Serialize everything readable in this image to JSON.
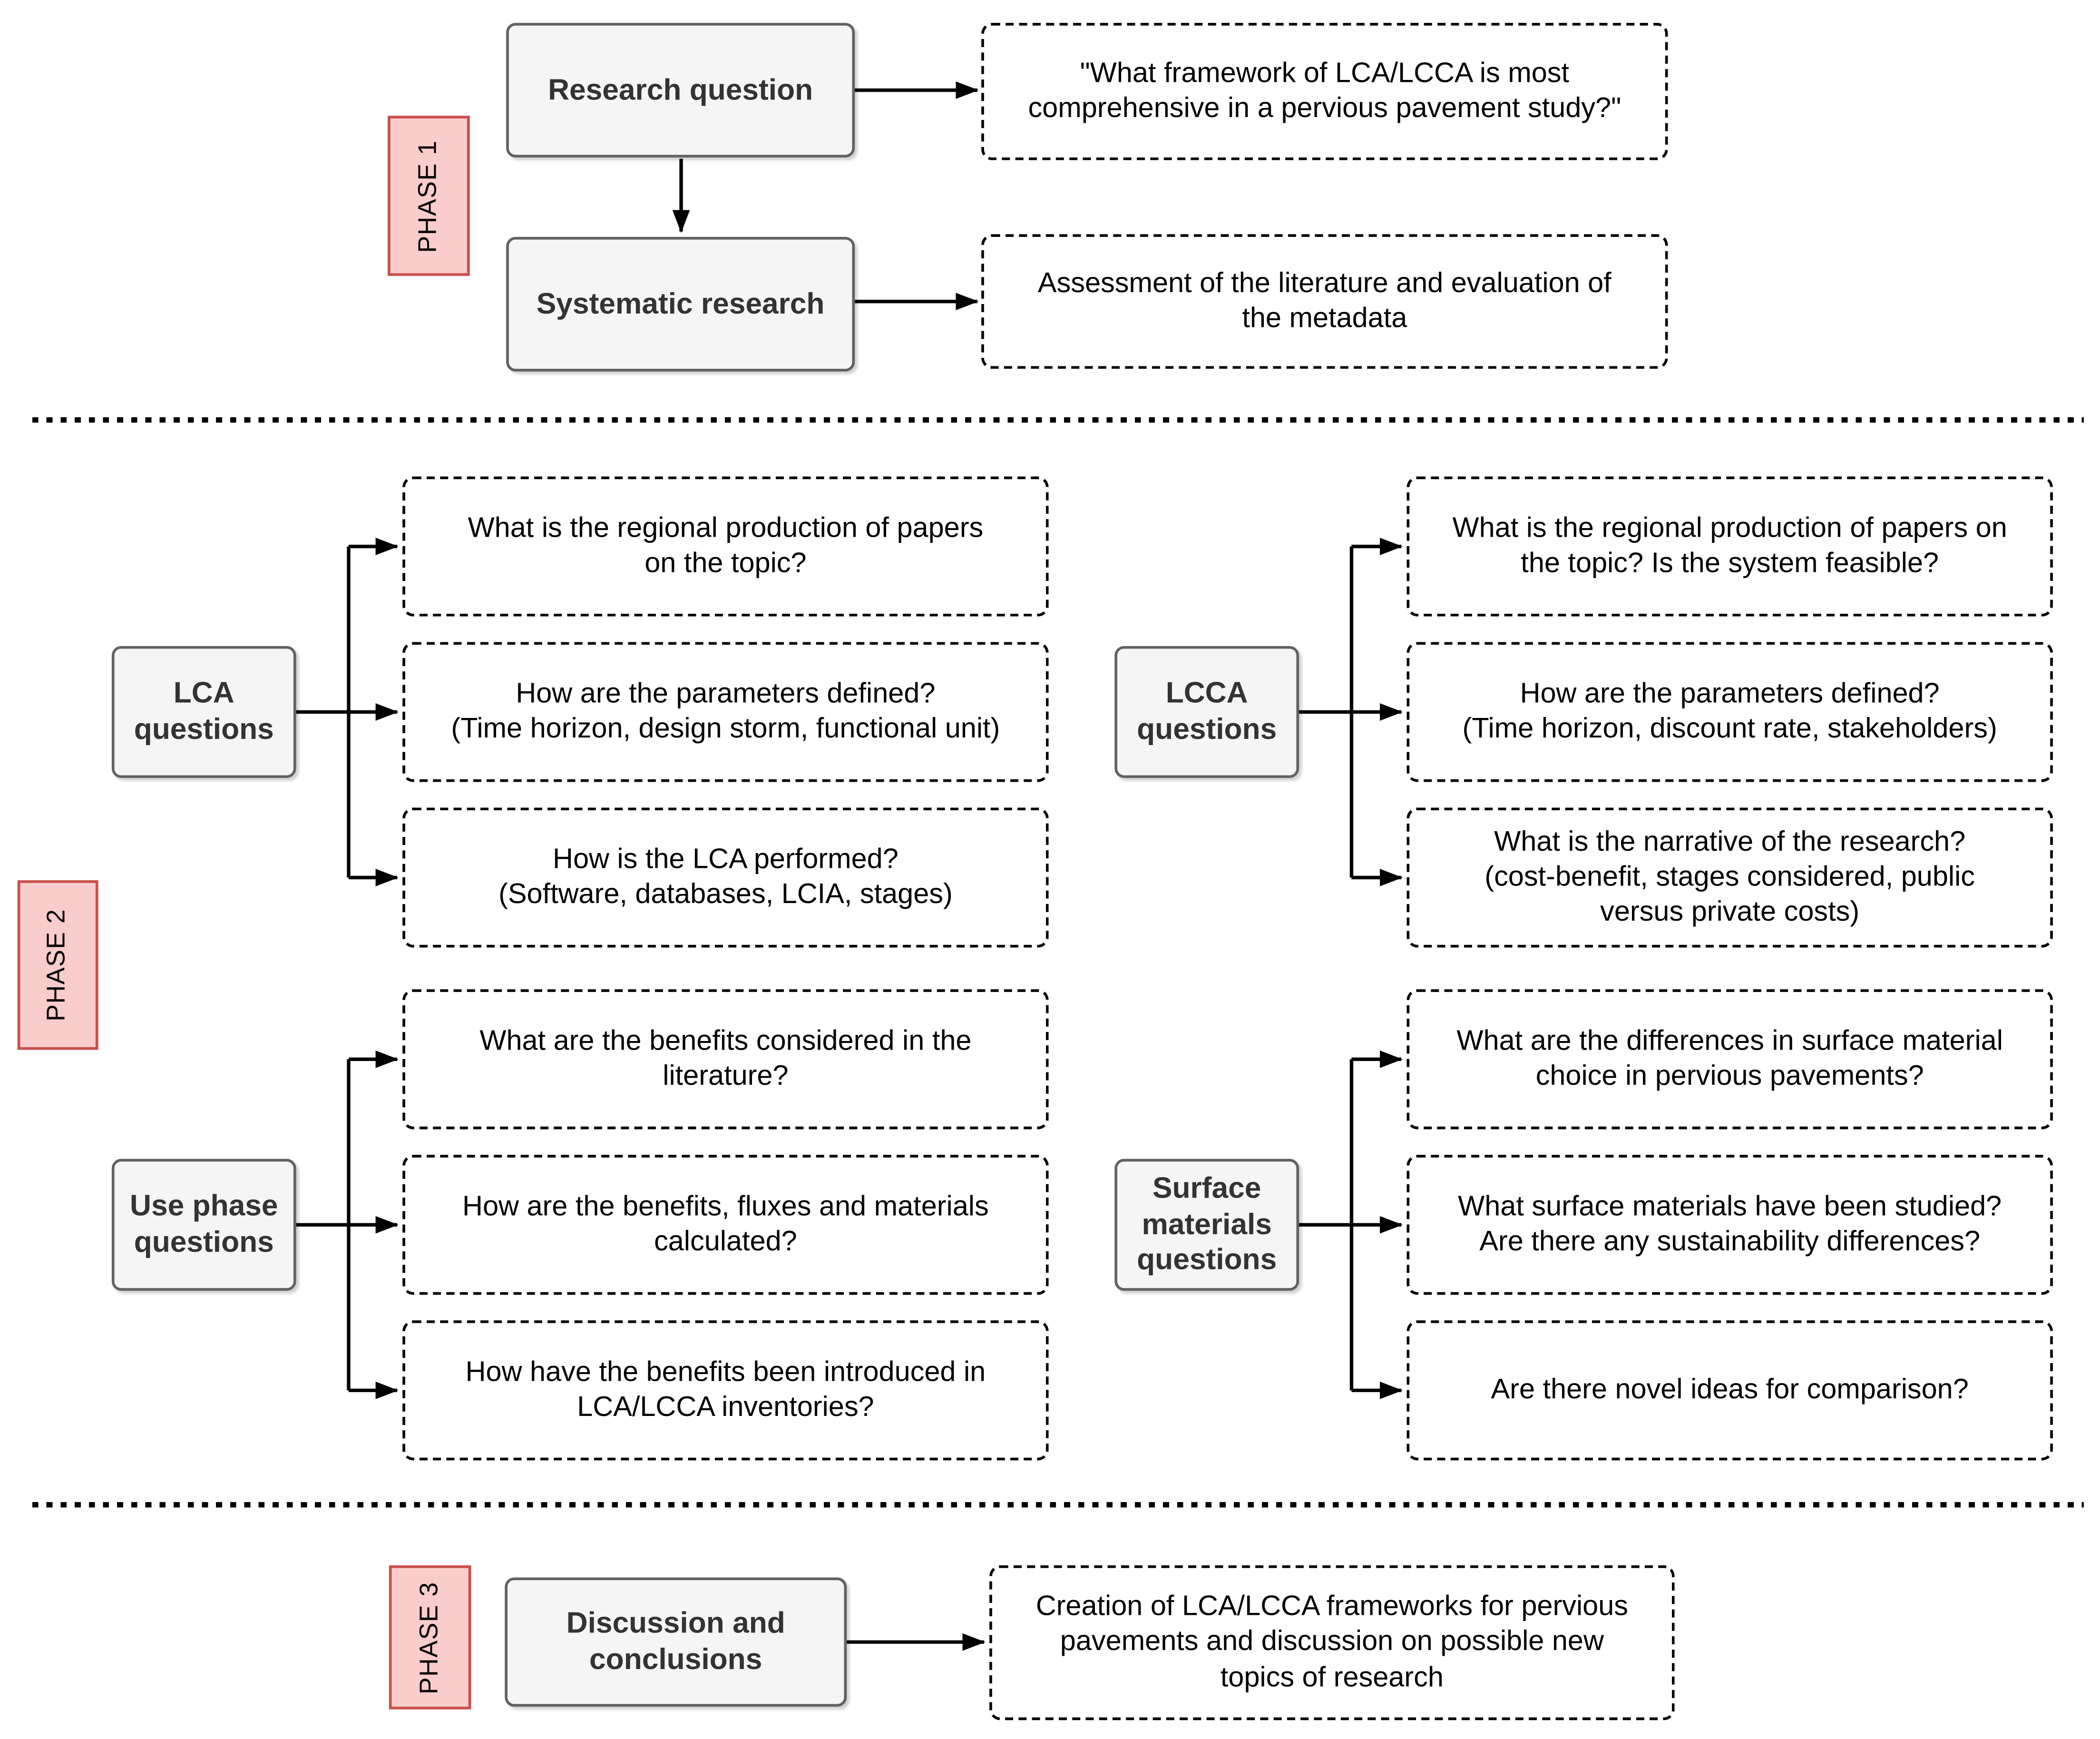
{
  "colors": {
    "phase_label_bg": "#f9cdcb",
    "phase_label_border": "#c9504c",
    "node_bg": "#f5f5f5",
    "node_border": "#626262",
    "node_text": "#333333",
    "question_border": "#000000",
    "arrow": "#000000"
  },
  "phase1": {
    "label": "PHASE 1",
    "steps": [
      {
        "title": "Research question",
        "output": "\"What framework of LCA/LCCA is most\ncomprehensive in a pervious pavement study?\""
      },
      {
        "title": "Systematic research",
        "output": "Assessment of the literature and evaluation of\nthe metadata"
      }
    ]
  },
  "phase2": {
    "label": "PHASE 2",
    "groups": [
      {
        "title": "LCA\nquestions",
        "questions": [
          "What is the regional production of papers\non the topic?",
          "How are the parameters defined?\n(Time horizon, design storm, functional unit)",
          "How is the LCA performed?\n(Software, databases, LCIA, stages)"
        ]
      },
      {
        "title": "LCCA\nquestions",
        "questions": [
          "What is the regional production of papers on\nthe topic? Is the system feasible?",
          "How are the parameters defined?\n(Time horizon, discount rate, stakeholders)",
          "What is the narrative of the research?\n(cost-benefit, stages considered, public\nversus private costs)"
        ]
      },
      {
        "title": "Use phase\nquestions",
        "questions": [
          "What are the benefits considered in the\nliterature?",
          "How are the benefits, fluxes and materials\ncalculated?",
          "How have the benefits been introduced in\nLCA/LCCA inventories?"
        ]
      },
      {
        "title": "Surface\nmaterials\nquestions",
        "questions": [
          "What are the differences in surface material\nchoice in pervious pavements?",
          "What surface materials have been studied?\nAre there any sustainability differences?",
          "Are there novel ideas for comparison?"
        ]
      }
    ]
  },
  "phase3": {
    "label": "PHASE 3",
    "step": {
      "title": "Discussion and\nconclusions",
      "output": "Creation of LCA/LCCA frameworks for pervious\npavements and discussion on possible new\ntopics of research"
    }
  }
}
